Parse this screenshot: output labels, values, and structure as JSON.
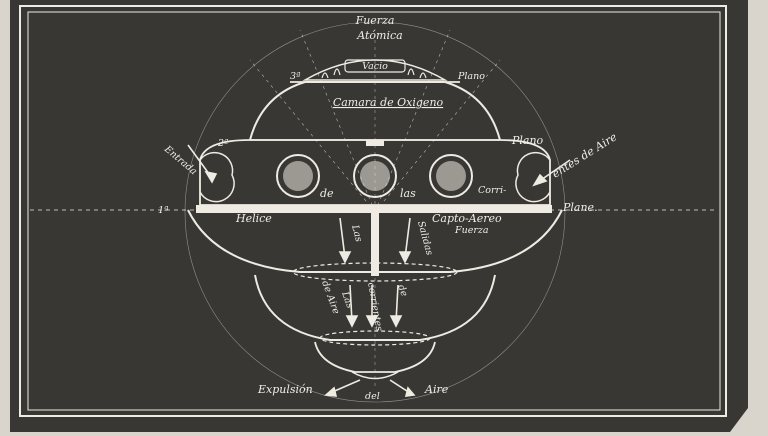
{
  "title": {
    "line1": "Fuerza",
    "line2": "Atómica"
  },
  "labels": {
    "vacio": "Vacio",
    "camara": "Camara de Oxigeno",
    "level3": "3ª",
    "plano3": "Plano",
    "level2": "2ª",
    "plano2": "Plano",
    "level1": "1ª",
    "plano1": "Plane.",
    "entrada": "Entrada",
    "corrientes_aire": "entes de Aire",
    "de": "de",
    "las": "las",
    "corri": "Corri-",
    "helice": "Helice",
    "capto": "Capto-Aereo",
    "fuerza_bottom": "Fuerza",
    "las_vertical": "Las",
    "salidas": "Salidas",
    "de_aire": "de Aire",
    "las_vert2": "Las",
    "corrientes_vert": "corrientes",
    "de_vert": "de",
    "expulsion": "Expulsión",
    "del": "del",
    "aire": "Aire"
  },
  "colors": {
    "board": "#383734",
    "chalk": "#efebe2",
    "paper": "#d9d5cc"
  }
}
